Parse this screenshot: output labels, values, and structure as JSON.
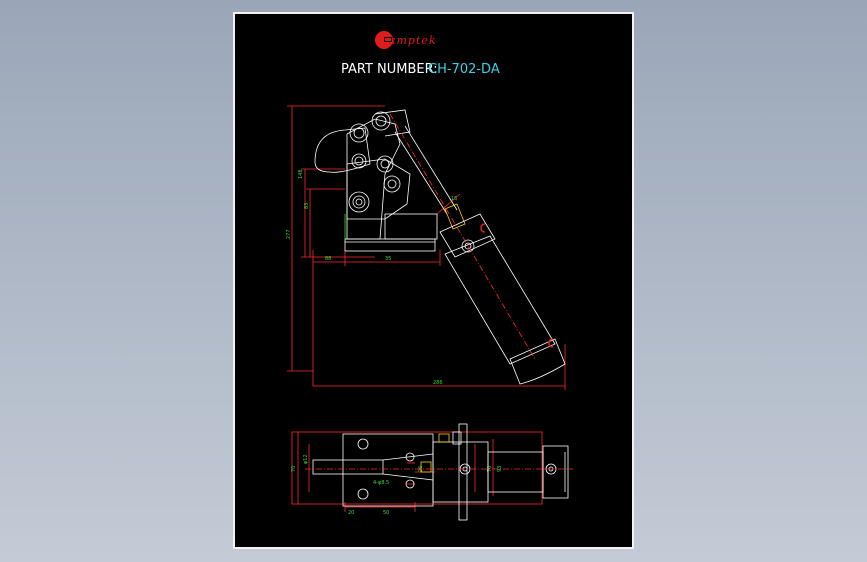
{
  "brand": {
    "name": "Clamptek",
    "logo_letter": "G",
    "color": "#e01b1b"
  },
  "title": {
    "label": "PART NUMBER:",
    "value": "CH-702-DA",
    "value_color": "#37d3e6"
  },
  "colors": {
    "outline": "#ffffff",
    "dimension": "#ff2a2a",
    "dim_text": "#33dd33",
    "centerline": "#ff2a2a",
    "accent": "#ffd000"
  },
  "dimensions": {
    "side": {
      "overall_height": "277",
      "upper_height": "148",
      "mid_height": "83",
      "left_offset": "88",
      "base_len": "35",
      "stroke_angle": "15",
      "overall_length": "286"
    },
    "top": {
      "width_left": "70",
      "small_a": "φ12",
      "slot": "26",
      "width_mid": "70",
      "width_right": "93",
      "bottom_a": "20",
      "bottom_b": "50",
      "holes": "4-φ8.5"
    }
  }
}
